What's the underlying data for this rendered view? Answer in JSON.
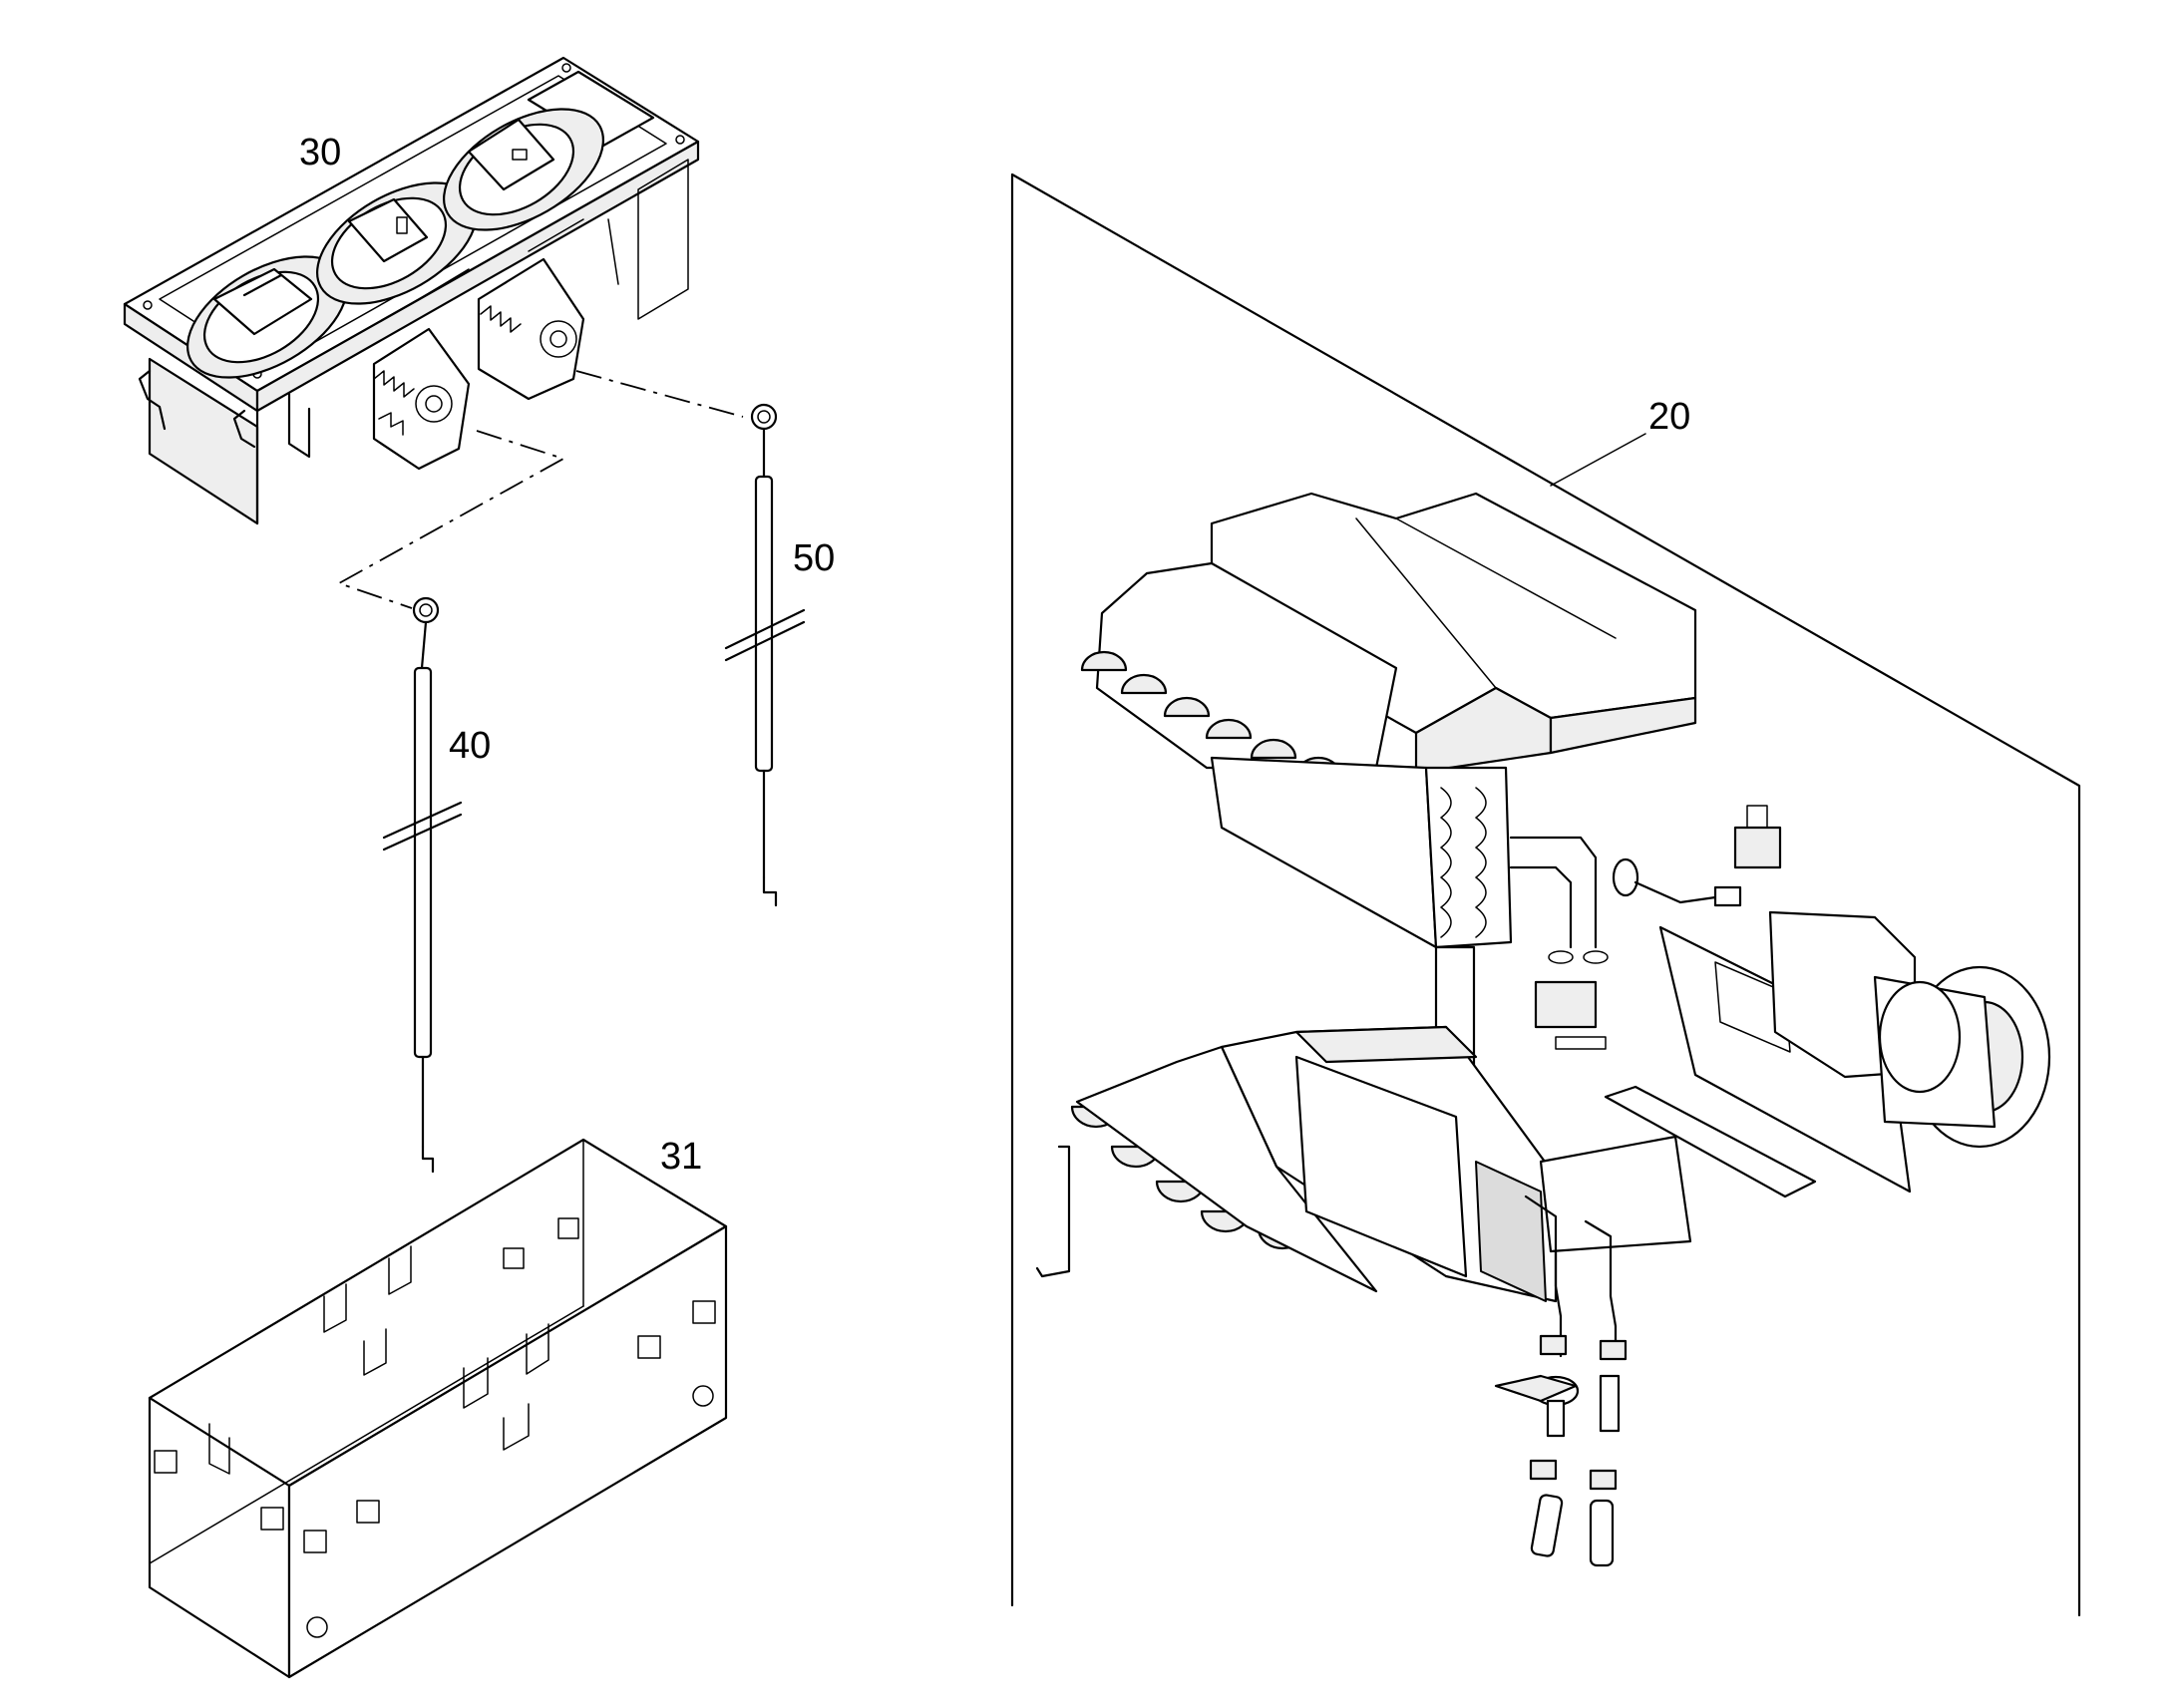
{
  "callouts": {
    "control_panel": "30",
    "heater_unit": "20",
    "cable_1": "40",
    "cable_2": "50",
    "housing_box": "31"
  },
  "colors": {
    "line": "#000000",
    "background": "#ffffff",
    "shade": "#eeeeee"
  }
}
